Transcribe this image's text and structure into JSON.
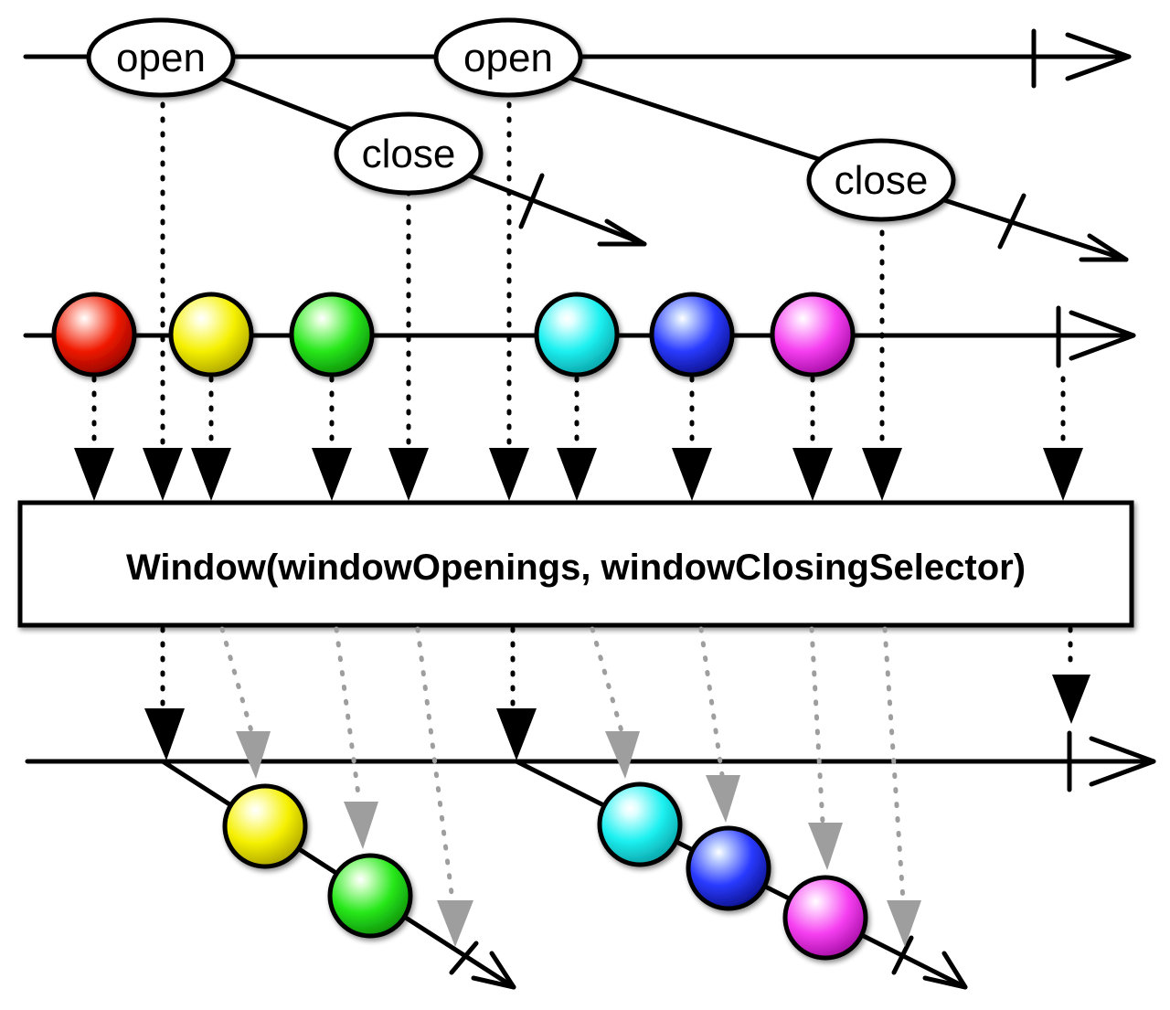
{
  "operator": {
    "label": "Window(windowOpenings, windowClosingSelector)"
  },
  "openings": [
    {
      "label": "open",
      "closing_label": "close"
    },
    {
      "label": "open",
      "closing_label": "close"
    }
  ],
  "source_items": [
    {
      "color": "red"
    },
    {
      "color": "yellow"
    },
    {
      "color": "green"
    },
    {
      "color": "cyan"
    },
    {
      "color": "blue"
    },
    {
      "color": "magenta"
    }
  ],
  "windows": [
    {
      "items": [
        "yellow",
        "green"
      ]
    },
    {
      "items": [
        "cyan",
        "blue",
        "magenta"
      ]
    }
  ],
  "colors": {
    "red": {
      "light": "#ffd0c8",
      "base": "#f01a00",
      "dark": "#8c0000"
    },
    "yellow": {
      "light": "#ffffd0",
      "base": "#f5f000",
      "dark": "#a8a000"
    },
    "green": {
      "light": "#d6ffcc",
      "base": "#27e81a",
      "dark": "#0c8a0a"
    },
    "cyan": {
      "light": "#e0ffff",
      "base": "#1cf0f0",
      "dark": "#0a9ea4"
    },
    "blue": {
      "light": "#c8d8ff",
      "base": "#2a3bff",
      "dark": "#0a0f86"
    },
    "magenta": {
      "light": "#ffd6ff",
      "base": "#f53ef0",
      "dark": "#a00aa0"
    },
    "gray_arrow": "#9e9e9e"
  }
}
